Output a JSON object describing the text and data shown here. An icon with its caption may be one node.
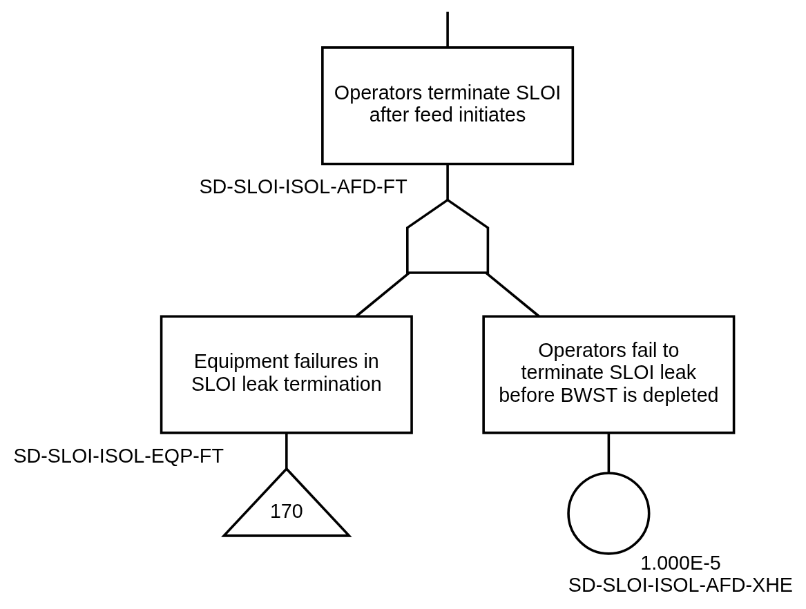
{
  "diagram": {
    "nodes": [
      {
        "text": [
          "Operators terminate SLOI after feed initiates"
        ]
      },
      {
        "text": [],
        "shape": "gate",
        "beside": [
          "SD-SLOI-ISOL-AFD-FT"
        ]
      },
      {
        "text": [
          "Equipment failures in SLOI leak termination"
        ]
      },
      {
        "text": [
          "Operators fail to terminate SLOI leak before BWST is depleted"
        ]
      },
      {
        "text": [
          "170"
        ],
        "beside": [
          "SD-SLOI-ISOL-EQP-FT"
        ]
      },
      {
        "text": [],
        "shape": "circle",
        "beside": [
          "1.000E-5",
          "SD-SLOI-ISOL-AFD-XHE"
        ]
      }
    ],
    "edges": [
      {
        "from": null,
        "to": 0,
        "arrow": "none"
      },
      {
        "from": 0,
        "to": 1,
        "arrow": "none"
      },
      {
        "from": 1,
        "to": 2,
        "arrow": "none"
      },
      {
        "from": 1,
        "to": 3,
        "arrow": "none"
      },
      {
        "from": 2,
        "to": 4,
        "arrow": "none"
      },
      {
        "from": 3,
        "to": 5,
        "arrow": "none"
      }
    ]
  }
}
